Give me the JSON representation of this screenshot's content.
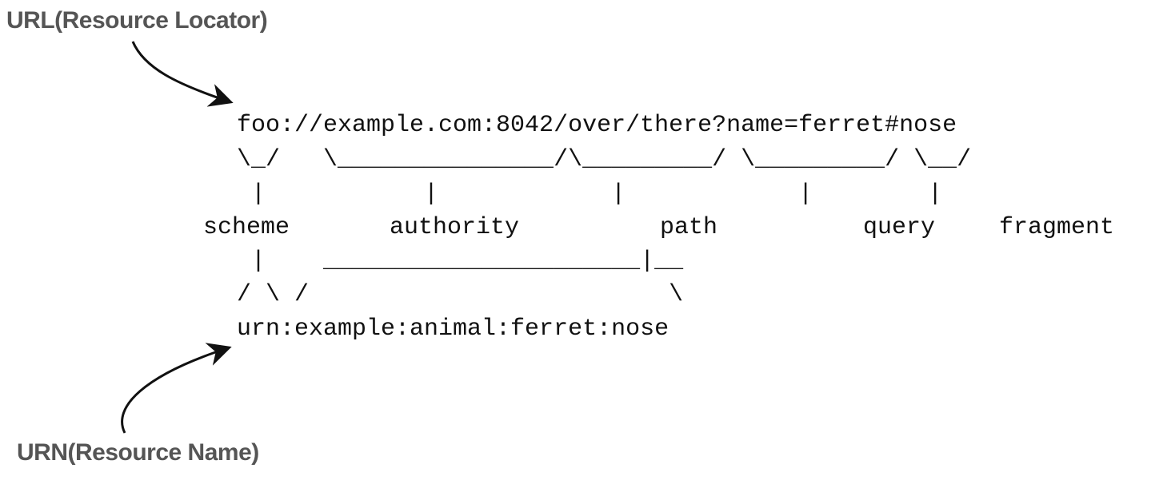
{
  "callouts": {
    "url": "URL(Resource Locator)",
    "urn": "URN(Resource Name)"
  },
  "uri_line": "foo://example.com:8042/over/there?name=ferret#nose",
  "bracket_line": "\\_/   \\_______________/\\_________/ \\_________/ \\__/",
  "pipes_line": " |           |            |            |        |",
  "labels": {
    "scheme": "scheme",
    "authority": "authority",
    "path": "path",
    "query": "query",
    "fragment": "fragment"
  },
  "urn_connector_line1": " |    ______________________|__",
  "urn_connector_line2": "/ \\ /                         \\",
  "urn_line": "urn:example:animal:ferret:nose",
  "colors": {
    "callout": "#555555",
    "text": "#111111",
    "arrow": "#111111"
  }
}
